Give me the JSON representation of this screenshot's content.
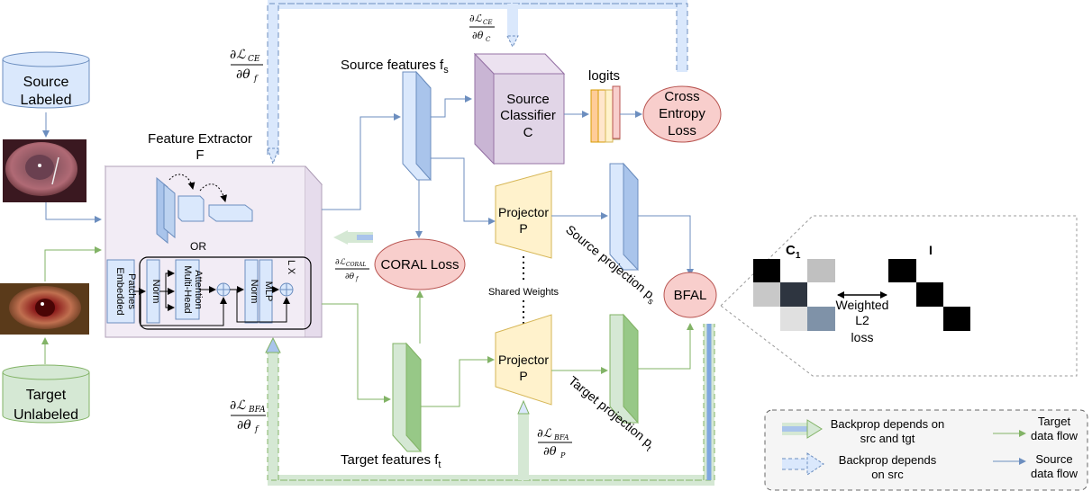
{
  "nodes": {
    "source_db": [
      "Source",
      "Labeled"
    ],
    "target_db": [
      "Target",
      "Unlabeled"
    ],
    "feature_extractor_title": [
      "Feature Extractor",
      "F"
    ],
    "or_label": "OR",
    "embedded_patches": [
      "Embedded",
      "Patches"
    ],
    "norm": "Norm",
    "mha": [
      "Multi-Head",
      "Attention"
    ],
    "norm2": "Norm",
    "mlp": "MLP",
    "lx": "L X",
    "source_features": "Source features f",
    "source_features_sub": "s",
    "target_features": "Target features f",
    "target_features_sub": "t",
    "classifier": [
      "Source",
      "Classifier",
      "C"
    ],
    "logits": "logits",
    "cross_entropy": [
      "Cross",
      "Entropy",
      "Loss"
    ],
    "coral_loss": "CORAL Loss",
    "projector": [
      "Projector",
      "P"
    ],
    "shared_weights": "Shared Weights",
    "source_projection": "Source projection p",
    "source_projection_sub": "s",
    "target_projection": "Target projection p",
    "target_projection_sub": "t",
    "bfal": "BFAL",
    "c1": "C",
    "c1_sub": "1",
    "i_label": "I",
    "weighted_loss": [
      "Weighted",
      "L2",
      "loss"
    ]
  },
  "gradients": {
    "dLce_dthetaf": [
      "∂ℒ",
      "CE",
      "∂θ",
      "f"
    ],
    "dLce_dthetac": [
      "∂ℒ",
      "CE",
      "∂θ",
      "C"
    ],
    "dLcoral_dthetaf": [
      "∂ℒ",
      "CORAL",
      "∂θ",
      "f"
    ],
    "dLbfa_dthetaf": [
      "∂ℒ",
      "BFA",
      "∂θ",
      "f"
    ],
    "dLbfa_dthetap": [
      "∂ℒ",
      "BFA",
      "∂θ",
      "P"
    ]
  },
  "legend": {
    "backprop_both": [
      "Backprop depends on",
      "src and tgt"
    ],
    "backprop_src": [
      "Backprop depends",
      "on src"
    ],
    "target_flow": [
      "Target",
      "data flow"
    ],
    "source_flow": [
      "Source",
      "data flow"
    ]
  },
  "colors": {
    "source_blue": "#6c8ebf",
    "target_green": "#82b366",
    "loss_red": "#f8cecc",
    "classifier_purple": "#e1d5e7",
    "projector_yellow": "#fff2cc"
  }
}
